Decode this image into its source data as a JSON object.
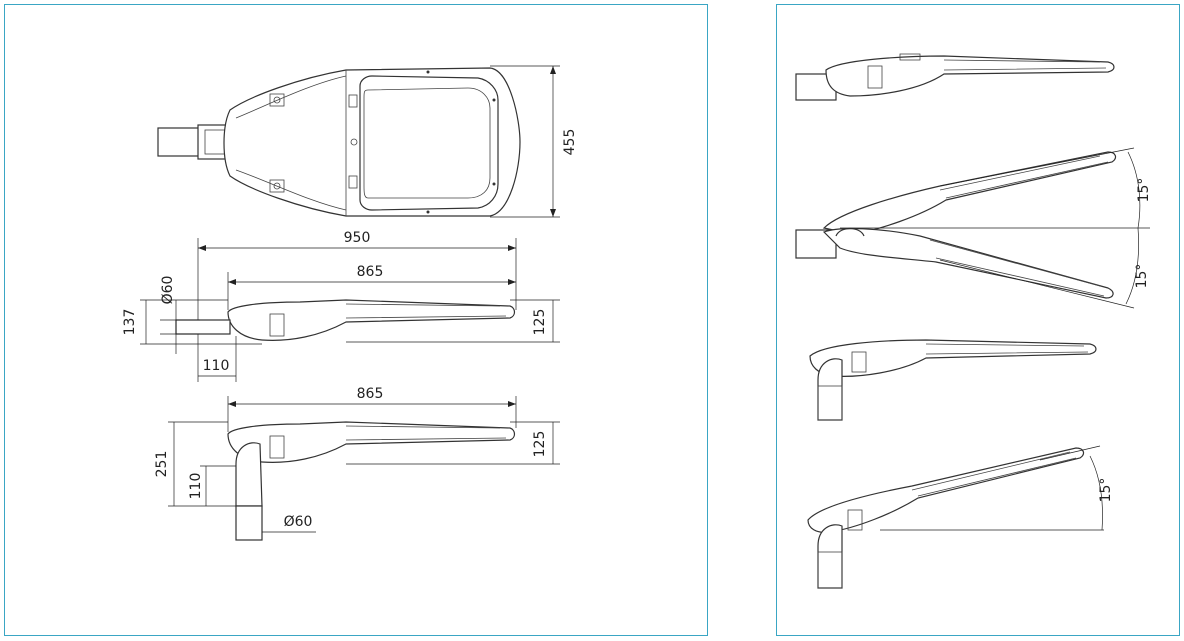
{
  "dimensions": {
    "top_height": "455",
    "overall_length": "950",
    "housing_length_side": "865",
    "diameter_side": "Ø60",
    "total_height_side": "137",
    "housing_height_side": "125",
    "spigot_length": "110",
    "housing_length_post": "865",
    "housing_height_post": "125",
    "total_height_post": "251",
    "post_spigot_length": "110",
    "diameter_post": "Ø60"
  },
  "angles": {
    "side_up": "15°",
    "side_down": "15°",
    "post_up": "15°"
  },
  "colors": {
    "frame": "#3aa6c4",
    "line": "#333333"
  }
}
